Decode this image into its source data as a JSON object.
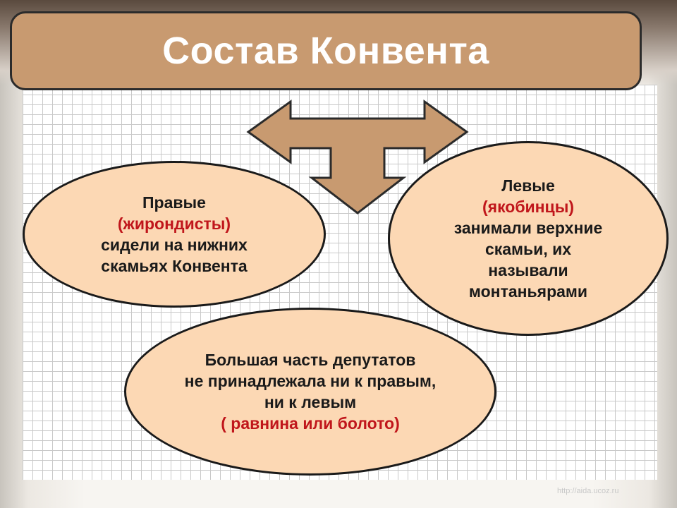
{
  "title": "Состав Конвента",
  "right_faction": {
    "name": "Правые",
    "group": "(жирондисты)",
    "line1": "сидели на нижних",
    "line2": "скамьях Конвента"
  },
  "left_faction": {
    "name": "Левые",
    "group": "(якобинцы)",
    "line1": "занимали верхние",
    "line2": "скамьи, их",
    "line3": "называли",
    "line4": "монтаньярами"
  },
  "center_faction": {
    "line1": "Большая часть депутатов",
    "line2": "не принадлежала ни к правым,",
    "line3": "ни к левым",
    "group": "( равнина или болото)"
  },
  "watermark": "http://aida.ucoz.ru",
  "colors": {
    "title_fill": "#c89a70",
    "arrow_fill": "#c89a70",
    "ellipse_fill": "#fcd8b4",
    "accent_red": "#c0161b"
  }
}
